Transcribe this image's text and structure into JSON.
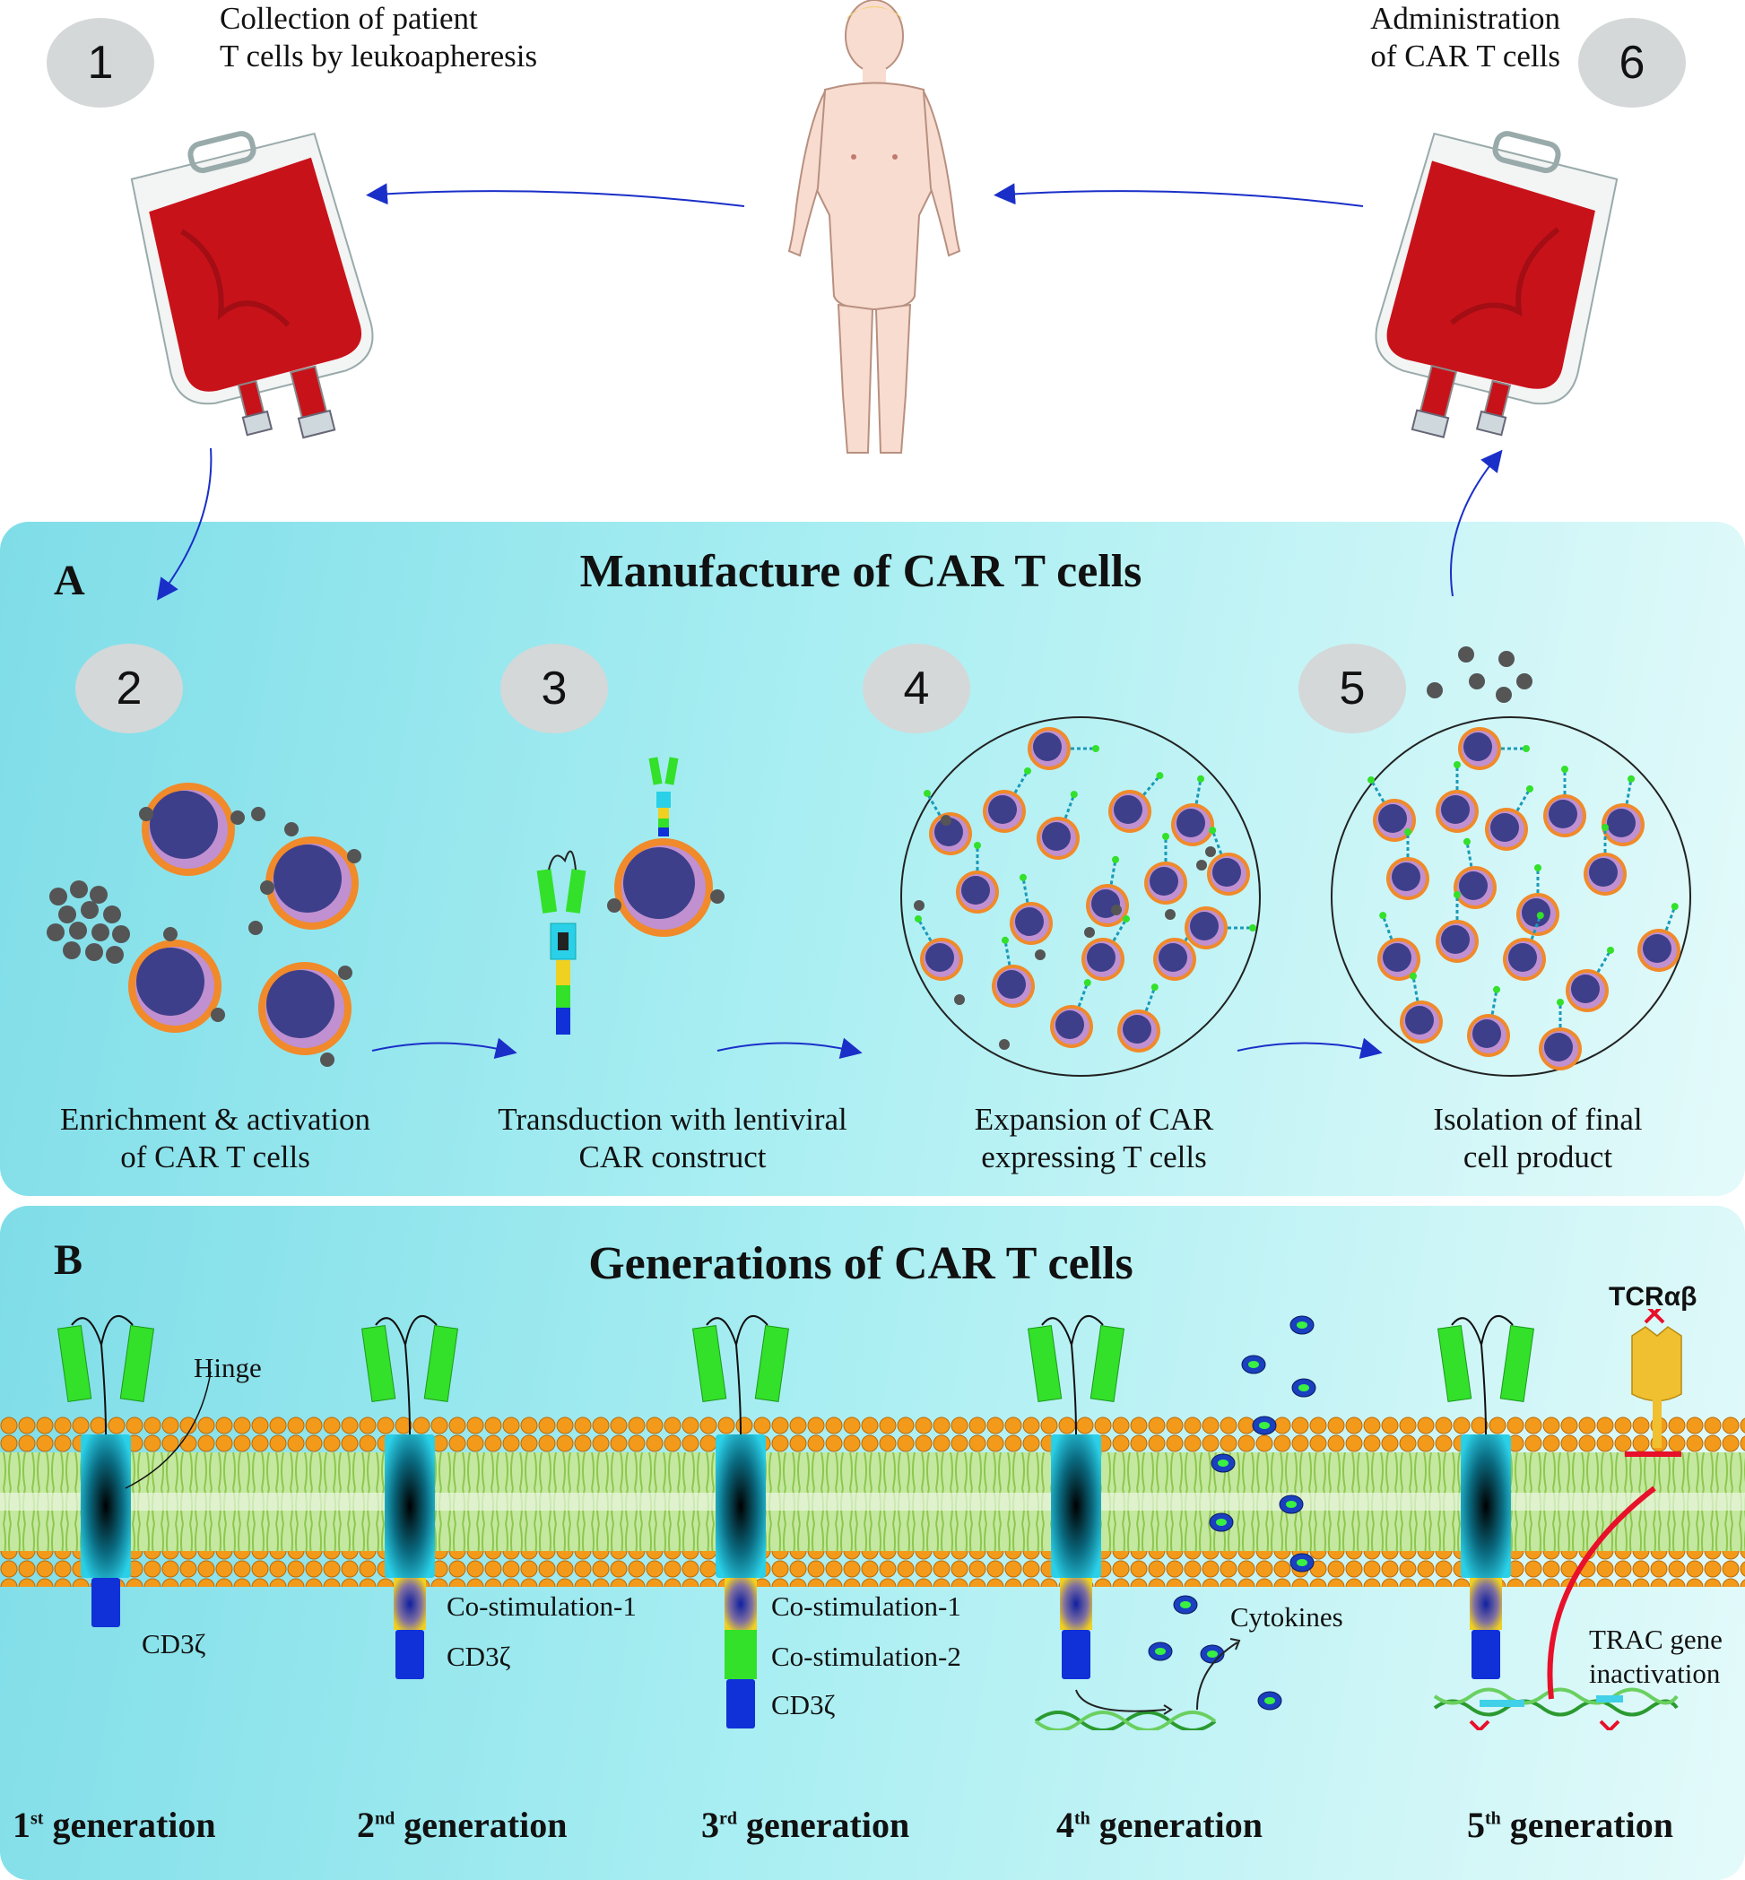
{
  "steps": {
    "s1": {
      "num": "1",
      "caption_l1": "Collection of patient",
      "caption_l2": "T cells by leukoapheresis"
    },
    "s6": {
      "num": "6",
      "caption_l1": "Administration",
      "caption_l2": "of CAR T cells"
    },
    "s2": {
      "num": "2",
      "caption_l1": "Enrichment & activation",
      "caption_l2": "of CAR T cells"
    },
    "s3": {
      "num": "3",
      "caption_l1": "Transduction with lentiviral",
      "caption_l2": "CAR construct"
    },
    "s4": {
      "num": "4",
      "caption_l1": "Expansion of CAR",
      "caption_l2": "expressing T cells"
    },
    "s5": {
      "num": "5",
      "caption_l1": "Isolation of final",
      "caption_l2": "cell product"
    }
  },
  "panel_a": {
    "letter": "A",
    "title": "Manufacture of CAR T cells"
  },
  "panel_b": {
    "letter": "B",
    "title": "Generations of CAR T cells",
    "labels": {
      "hinge": "Hinge",
      "cd3z": "CD3ζ",
      "costim1": "Co-stimulation-1",
      "costim2": "Co-stimulation-2",
      "cytokines": "Cytokines",
      "tcr": "TCRαβ",
      "trac_l1": "TRAC gene",
      "trac_l2": "inactivation"
    },
    "generations": [
      {
        "num": "1",
        "sup": "st",
        "word": "generation"
      },
      {
        "num": "2",
        "sup": "nd",
        "word": "generation"
      },
      {
        "num": "3",
        "sup": "rd",
        "word": "generation"
      },
      {
        "num": "4",
        "sup": "th",
        "word": "generation"
      },
      {
        "num": "5",
        "sup": "th",
        "word": "generation"
      }
    ]
  },
  "colors": {
    "step_bubble": "#d4d8d8",
    "panel_bg": "#a8eef2",
    "arrow": "#1a2fc8",
    "cell_orange": "#f08a2a",
    "nucleus": "#3d3f8a",
    "scfv_green": "#33e02a",
    "hinge_cyan": "#2ad0e8",
    "cd3z_blue": "#1030d8",
    "costim_yellow": "#f0d020",
    "membrane_head": "#f39a1a",
    "blood_red": "#c8121a",
    "trac_red": "#e8102a"
  }
}
